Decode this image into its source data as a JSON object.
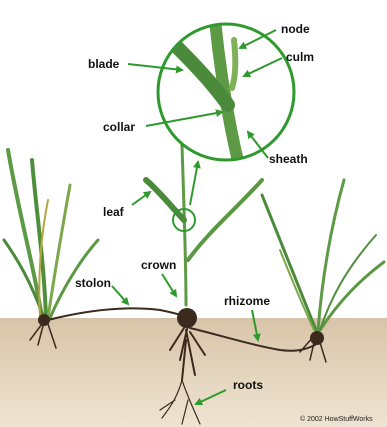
{
  "labels": {
    "node": "node",
    "culm": "culm",
    "blade": "blade",
    "collar": "collar",
    "sheath": "sheath",
    "leaf": "leaf",
    "crown": "crown",
    "stolon": "stolon",
    "rhizome": "rhizome",
    "roots": "roots"
  },
  "copyright": "© 2002 HowStuffWorks",
  "colors": {
    "arrow": "#2e9a2e",
    "soil": "#e2d3bd",
    "leaf": "#4a8a3a",
    "root": "#3b2a1e",
    "background": "#ffffff"
  }
}
